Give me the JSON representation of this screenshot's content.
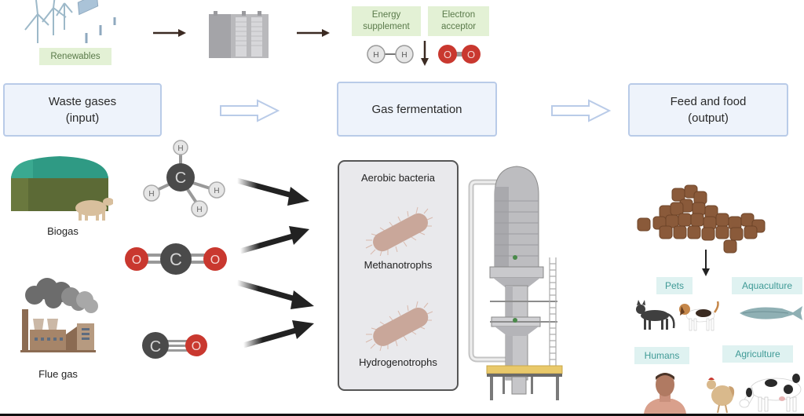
{
  "top_row": {
    "renewables_label": "Renewables",
    "energy_supplement_label": [
      "Energy",
      "supplement"
    ],
    "electron_acceptor_label": [
      "Electron",
      "acceptor"
    ],
    "h2_atoms": [
      "H",
      "H"
    ],
    "o2_atoms": [
      "O",
      "O"
    ]
  },
  "flow": {
    "input_box": [
      "Waste gases",
      "(input)"
    ],
    "process_box": "Gas fermentation",
    "output_box": [
      "Feed and food",
      "(output)"
    ]
  },
  "sources": {
    "biogas_label": "Biogas",
    "flue_gas_label": "Flue gas"
  },
  "molecules": {
    "methane": {
      "center": "C",
      "atoms": [
        "H",
        "H",
        "H",
        "H"
      ]
    },
    "carbon_dioxide": {
      "center": "C",
      "atoms": [
        "O",
        "O"
      ]
    },
    "carbon_monoxide": {
      "atoms": [
        "C",
        "O"
      ]
    }
  },
  "bacteria_panel": {
    "title": "Aerobic bacteria",
    "types": [
      "Methanotrophs",
      "Hydrogenotrophs"
    ]
  },
  "outputs": {
    "categories": [
      "Pets",
      "Aquaculture",
      "Humans",
      "Agriculture"
    ]
  },
  "colors": {
    "box_fill": "#eef3fb",
    "box_border": "#b9cbe8",
    "green_label": "#e3f1d5",
    "teal_label": "#dff2f1",
    "oxygen": "#c9382f",
    "carbon": "#4a4a4a",
    "hydrogen": "#e6e6e6",
    "bacterium": "#c9a79a",
    "kibble": "#8a5a3a"
  }
}
